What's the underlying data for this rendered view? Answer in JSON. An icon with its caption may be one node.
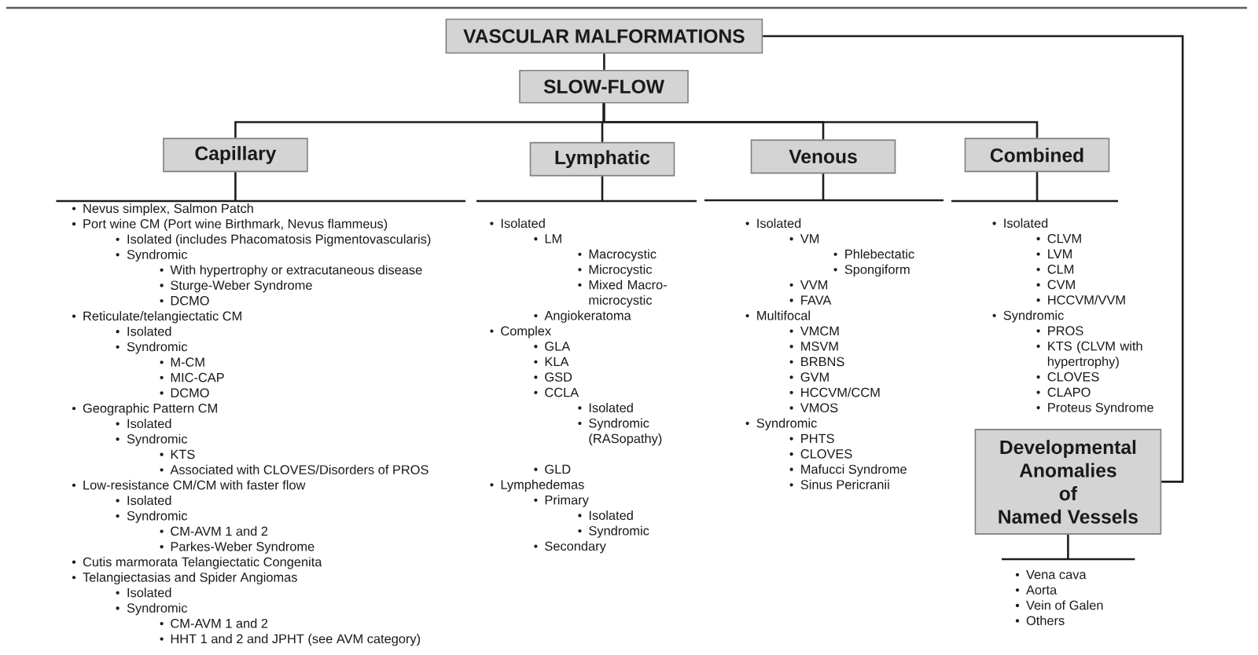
{
  "diagram": {
    "nodes": [
      {
        "text": [
          "VASCULAR MALFORMATIONS"
        ]
      },
      {
        "text": [
          "SLOW-FLOW"
        ]
      },
      {
        "text": [
          "Capillary"
        ]
      },
      {
        "text": [
          "Lymphatic"
        ]
      },
      {
        "text": [
          "Venous"
        ]
      },
      {
        "text": [
          "Combined"
        ]
      },
      {
        "text": [
          "Developmental Anomalies of Named Vessels"
        ]
      },
      {
        "text": [
          "Nevus simplex, Salmon Patch",
          "Port wine CM (Port wine Birthmark, Nevus flammeus)",
          "Isolated (includes Phacomatosis Pigmentovascularis)",
          "Syndromic",
          "With hypertrophy or extracutaneous disease",
          "Sturge-Weber Syndrome",
          "DCMO",
          "Reticulate/telangiectatic CM",
          "Isolated",
          "Syndromic",
          "M-CM",
          "MIC-CAP",
          "DCMO",
          "Geographic Pattern CM",
          "Isolated",
          "Syndromic",
          "KTS",
          "Associated with CLOVES/Disorders of PROS",
          "Low-resistance CM/CM with faster flow",
          "Isolated",
          "Syndromic",
          "CM-AVM 1 and 2",
          "Parkes-Weber Syndrome",
          "Cutis marmorata Telangiectatic Congenita",
          "Telangiectasias and Spider Angiomas",
          "Isolated",
          "Syndromic",
          "CM-AVM 1 and 2",
          "HHT 1 and 2 and JPHT (see AVM category)"
        ]
      },
      {
        "text": [
          "Isolated",
          "LM",
          "Macrocystic",
          "Microcystic",
          "Mixed Macro-microcystic",
          "Angiokeratoma",
          "Complex",
          "GLA",
          "KLA",
          "GSD",
          "CCLA",
          "Isolated",
          "Syndromic (RASopathy)",
          "GLD",
          "Lymphedemas",
          "Primary",
          "Isolated",
          "Syndromic",
          "Secondary"
        ]
      },
      {
        "text": [
          "Isolated",
          "VM",
          "Phlebectatic",
          "Spongiform",
          "VVM",
          "FAVA",
          "Multifocal",
          "VMCM",
          "MSVM",
          "BRBNS",
          "GVM",
          "HCCVM/CCM",
          "VMOS",
          "Syndromic",
          "PHTS",
          "CLOVES",
          "Mafucci Syndrome",
          "Sinus Pericranii"
        ]
      },
      {
        "text": [
          "Isolated",
          "CLVM",
          "LVM",
          "CLM",
          "CVM",
          "HCCVM/VVM",
          "Syndromic",
          "PROS",
          "KTS (CLVM with hypertrophy)",
          "CLOVES",
          "CLAPO",
          "Proteus Syndrome"
        ]
      },
      {
        "text": [
          "Vena cava",
          "Aorta",
          "Vein of Galen",
          "Others"
        ]
      }
    ],
    "edges": [
      {
        "from": 0,
        "to": 1,
        "arrow": "none"
      },
      {
        "from": 1,
        "to": 2,
        "arrow": "none"
      },
      {
        "from": 1,
        "to": 3,
        "arrow": "none"
      },
      {
        "from": 1,
        "to": 4,
        "arrow": "none"
      },
      {
        "from": 1,
        "to": 5,
        "arrow": "none"
      },
      {
        "from": 0,
        "to": 6,
        "arrow": "none"
      },
      {
        "from": 2,
        "to": 7,
        "arrow": "none"
      },
      {
        "from": 3,
        "to": 8,
        "arrow": "none"
      },
      {
        "from": 4,
        "to": 9,
        "arrow": "none"
      },
      {
        "from": 5,
        "to": 10,
        "arrow": "none"
      },
      {
        "from": 6,
        "to": 11,
        "arrow": "none"
      }
    ]
  }
}
